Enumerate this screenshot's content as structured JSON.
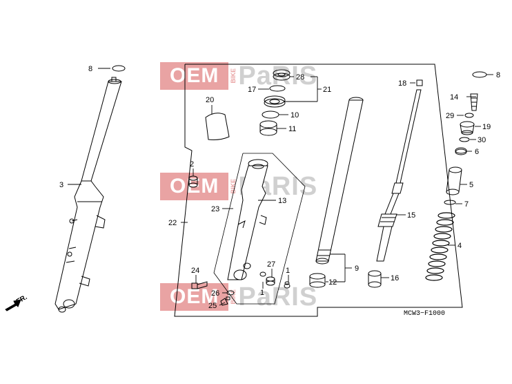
{
  "watermark": {
    "oem": "OEM",
    "bike": "BIKE",
    "parts": "PaRIS",
    "oem_color": "#e9a3a3"
  },
  "diagram_code": "MCW3−F1000",
  "direction_label": "FR.",
  "callouts": {
    "c1": "1",
    "c2": "2",
    "c3": "3",
    "c4": "4",
    "c5": "5",
    "c6": "6",
    "c7": "7",
    "c8": "8",
    "c9": "9",
    "c10": "10",
    "c11": "11",
    "c12": "12",
    "c13": "13",
    "c14": "14",
    "c15": "15",
    "c16": "16",
    "c17": "17",
    "c18": "18",
    "c19": "19",
    "c20": "20",
    "c21": "21",
    "c22": "22",
    "c23": "23",
    "c24": "24",
    "c25": "25",
    "c26": "26",
    "c27": "27",
    "c28": "28",
    "c29": "29",
    "c30": "30"
  }
}
